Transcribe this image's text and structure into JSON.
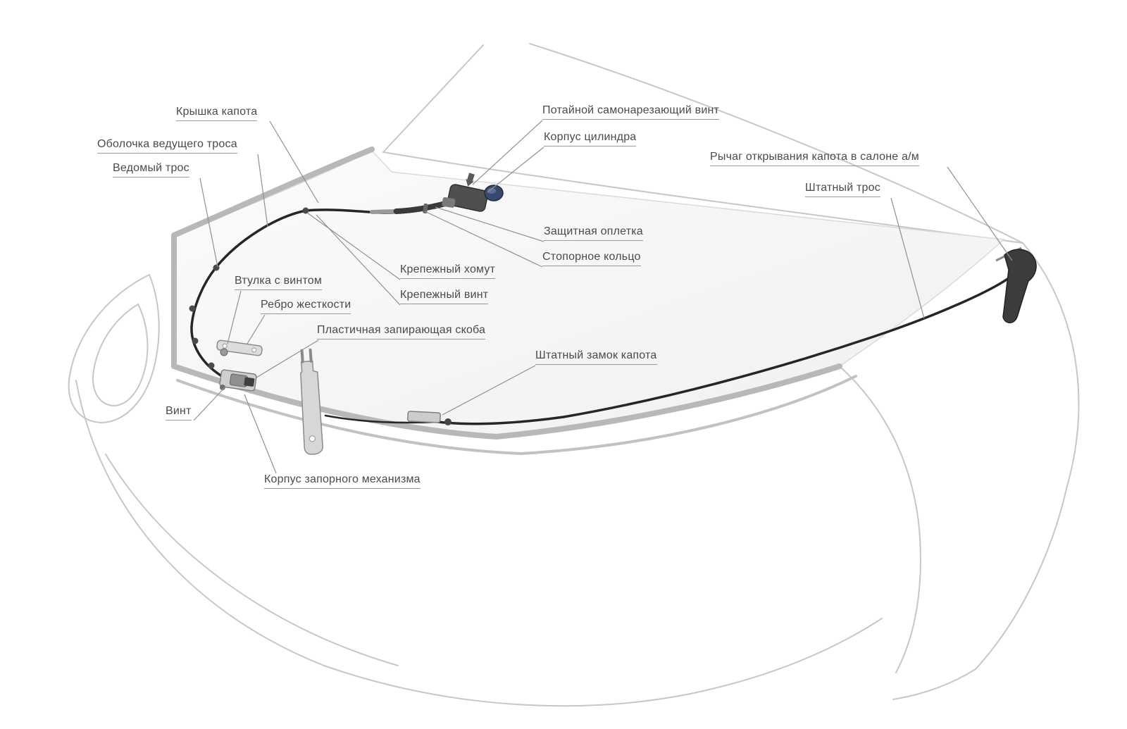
{
  "diagram": {
    "kind": "hood-lock-installation-scheme",
    "labels": {
      "kryshka_kapota": {
        "text": "Крышка капота"
      },
      "obolochka_vedushchego_trosa": {
        "text": "Оболочка ведущего троса"
      },
      "vedomyy_tros": {
        "text": "Ведомый трос"
      },
      "potaynoy_samonarezayushchiy_vint": {
        "text": "Потайной самонарезающий винт"
      },
      "korpus_tsilindra": {
        "text": "Корпус цилиндра"
      },
      "rychag_otkryvaniya_kapota": {
        "text": "Рычаг открывания капота в салоне а/м"
      },
      "shtatnyy_tros": {
        "text": "Штатный трос"
      },
      "zashchitnaya_opletka": {
        "text": "Защитная оплетка"
      },
      "stopornoe_koltso": {
        "text": "Стопорное кольцо"
      },
      "krepezhnyy_khomut": {
        "text": "Крепежный хомут"
      },
      "krepezhnyy_vint": {
        "text": "Крепежный винт"
      },
      "vtulka_s_vintom": {
        "text": "Втулка с винтом"
      },
      "rebro_zhestkosti": {
        "text": "Ребро жесткости"
      },
      "plastichnaya_zapirayushchaya_skoba": {
        "text": "Пластичная запирающая скоба"
      },
      "shtatnyy_zamok_kapota": {
        "text": "Штатный замок капота"
      },
      "vint": {
        "text": "Винт"
      },
      "korpus_zapornogo_mekhanizma": {
        "text": "Корпус запорного механизма"
      }
    },
    "colors": {
      "background": "#ffffff",
      "car_outline": "#c7c7c7",
      "hood_rim": "#b8b8b8",
      "cable": "#262626",
      "label_text": "#4a4a4a",
      "leader_line": "#909090",
      "cylinder_cap_blue": "#39496b",
      "metal_part": "#d7d7d7"
    }
  }
}
